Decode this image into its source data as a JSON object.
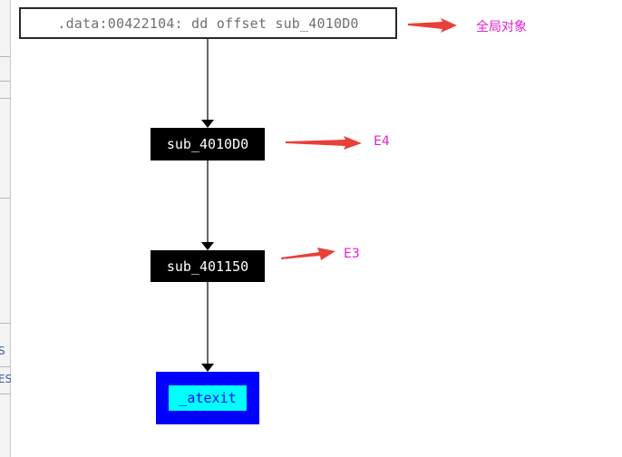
{
  "graph": {
    "nodes": [
      {
        "id": "root",
        "label": ".data:00422104: dd offset sub_4010D0"
      },
      {
        "id": "e4",
        "label": "sub_4010D0"
      },
      {
        "id": "e3",
        "label": "sub_401150"
      },
      {
        "id": "atexit",
        "label": "_atexit"
      }
    ],
    "edges": [
      {
        "from": "root",
        "to": "e4"
      },
      {
        "from": "e4",
        "to": "e3"
      },
      {
        "from": "e3",
        "to": "atexit"
      }
    ]
  },
  "annotations": [
    {
      "target": "root",
      "text": "全局对象"
    },
    {
      "target": "e4",
      "text": "E4"
    },
    {
      "target": "e3",
      "text": "E3"
    }
  ],
  "left_strip": {
    "fragments": [
      "S",
      "ES"
    ]
  },
  "colors": {
    "node_dark": "#000000",
    "node_text": "#ffffff",
    "root_border": "#2a2a2a",
    "root_text": "#707070",
    "atexit_outer": "#0000ff",
    "atexit_inner": "#00ffff",
    "annotation_text": "#e020d0",
    "arrow_red": "#e8403a",
    "edge": "#000000"
  }
}
